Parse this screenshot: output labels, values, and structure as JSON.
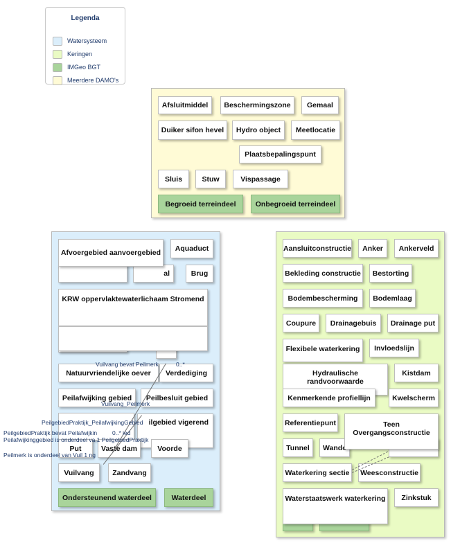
{
  "legend": {
    "title": "Legenda",
    "items": [
      {
        "label": "Watersysteem",
        "color": "#dbeefb"
      },
      {
        "label": "Keringen",
        "color": "#eafbc4"
      },
      {
        "label": "IMGeo BGT",
        "color": "#a9d49b"
      },
      {
        "label": "Meerdere DAMO's",
        "color": "#fffbd6"
      }
    ]
  },
  "multi": {
    "afsluitmiddel": "Afsluitmiddel",
    "beschermingszone": "Beschermingszone",
    "gemaal": "Gemaal",
    "duiker": "Duiker sifon hevel",
    "hydro_object": "Hydro object",
    "meetlocatie": "Meetlocatie",
    "plaatsbepalingspunt": "Plaatsbepalingspunt",
    "sluis": "Sluis",
    "stuw": "Stuw",
    "vispassage": "Vispassage",
    "begroeid": "Begroeid terreindeel",
    "onbegroeid": "Onbegroeid terreindeel"
  },
  "water": {
    "afvoergebied": "Afvoergebied aanvoergebied",
    "aquaduct": "Aquaduct",
    "brug": "Brug",
    "partial_al": "al",
    "krw": "KRW oppervlaktewaterlichaam Stromend",
    "natuurvriendelijke": "Natuurvriendelijke oever",
    "verdediging": "Verdediging",
    "peilafwijking": "Peilafwijking gebied",
    "peilbesluit": "Peilbesluit gebied",
    "peilgebied_partial": "ilgebied vigerend",
    "put": "Put",
    "vaste_dam": "Vaste dam",
    "voorde": "Voorde",
    "vuilvang": "Vuilvang",
    "zandvang": "Zandvang",
    "ondersteunend": "Ondersteunend waterdeel",
    "waterdeel": "Waterdeel"
  },
  "dike": {
    "aansluitconstructie": "Aansluitconstructie",
    "anker": "Anker",
    "ankerveld": "Ankerveld",
    "bekleding": "Bekleding constructie",
    "bestorting": "Bestorting",
    "bodembescherming": "Bodembescherming",
    "bodemlaag": "Bodemlaag",
    "coupure": "Coupure",
    "drainagebuis": "Drainagebuis",
    "drainage_put": "Drainage put",
    "flexibele": "Flexibele waterkering",
    "invloedslijn": "Invloedslijn",
    "hydraulische": "Hydraulische randvoorwaarde",
    "kistdam": "Kistdam",
    "kenmerkende": "Kenmerkende profiellijn",
    "kwelscherm": "Kwelscherm",
    "referentiepunt": "Referentiepunt",
    "teen": "Teen Overgangsconstructie",
    "tunnel": "Tunnel",
    "wand_partial": "Wando",
    "waterkering_sectie": "Waterkering sectie",
    "weesconstructie": "Weesconstructie",
    "waterstaatswerk": "Waterstaatswerk waterkering",
    "zinkstuk": "Zinkstuk"
  },
  "relations": {
    "vuilvang_bevat_peilmerk": "Vuilvang bevat Peilmerk",
    "multiplicity": "0..*",
    "vuilvang_peilmerk": "Vuilvang_Peilmerk",
    "peilgebiedpraktijk_peilafwijkinggebied": "PeilgebiedPraktijk_PeilafwijkingGebied",
    "peilgebiedpraktijk_bevat": "PeilgebiedPraktijk bevat Peilafwijkin",
    "bevat_suffix": "0..* ied",
    "peilafwijkinggebied_onderdeel": "Peilafwijkinggebied is onderdeel va 1 PeilgebiedPraktijk",
    "peilmerk_onderdeel": "Peilmerk is onderdeel van Vuil 1 ng"
  }
}
